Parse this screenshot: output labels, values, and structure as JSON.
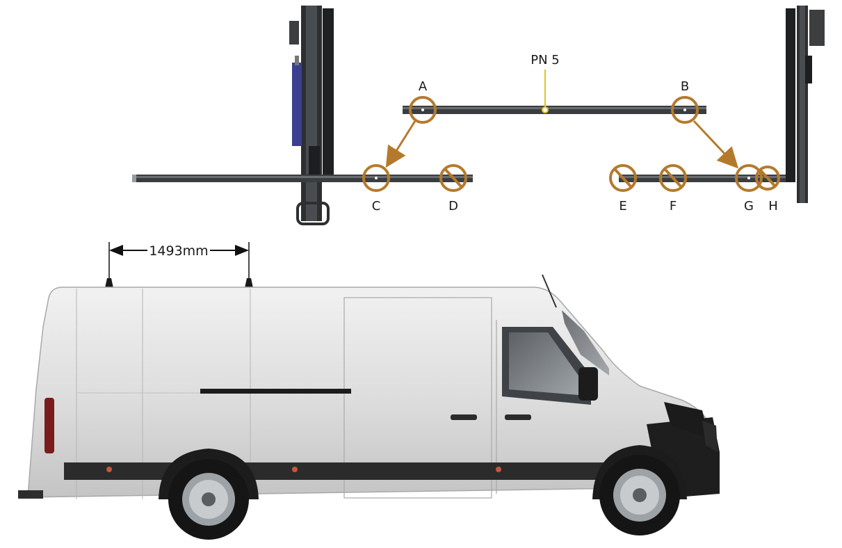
{
  "diagram": {
    "top_rail_label": "PN 5",
    "mount_points": {
      "a": "A",
      "b": "B",
      "c": "C",
      "d": "D",
      "e": "E",
      "f": "F",
      "g": "G",
      "h": "H"
    },
    "dimension_label": "1493mm",
    "colors": {
      "highlight": "#b47a2c",
      "pn_marker": "#e3c41a",
      "rail": "#3a3d40",
      "van_body": "#dcdcdc",
      "trim": "#2b2b2b",
      "actuator": "#3a3f8f"
    }
  }
}
